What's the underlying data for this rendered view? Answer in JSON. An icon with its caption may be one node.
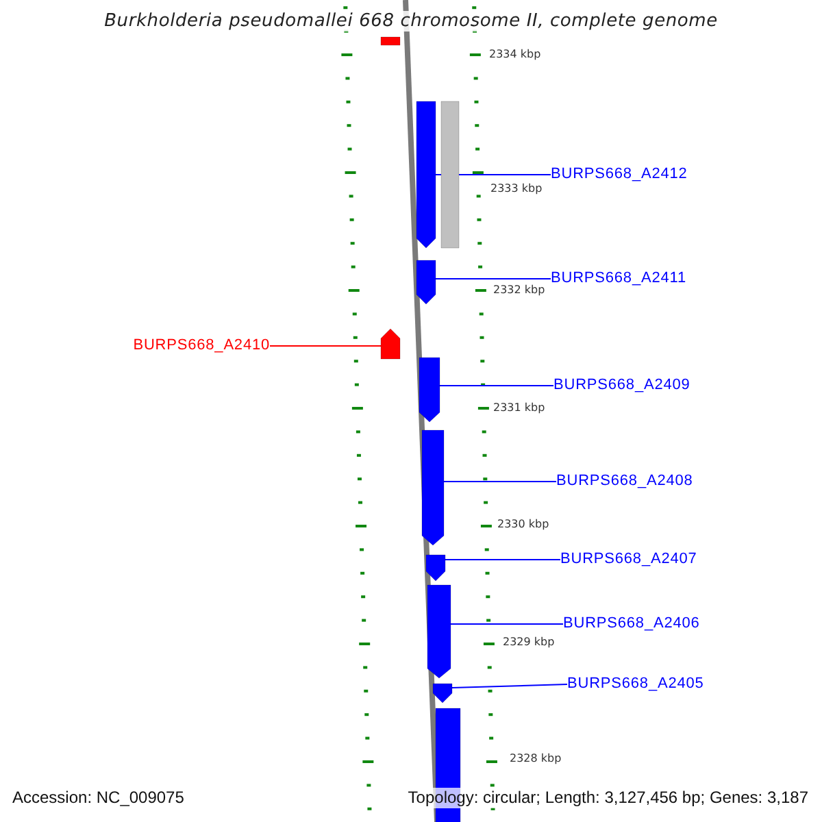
{
  "diagram": {
    "title": "Burkholderia pseudomallei 668 chromosome II, complete genome",
    "nodes": [
      {
        "text": [],
        "shape": "bar"
      },
      {
        "text": [],
        "shape": "bar"
      },
      {
        "text": [],
        "shape": "bar"
      },
      {
        "text": [
          "BURPS668_A2412"
        ]
      },
      {
        "text": [],
        "shape": "bar"
      },
      {
        "text": [
          "BURPS668_A2411"
        ]
      },
      {
        "text": [
          "BURPS668_A2410"
        ]
      },
      {
        "text": [],
        "shape": "bar"
      },
      {
        "text": [],
        "shape": "bar"
      },
      {
        "text": [
          "BURPS668_A2409"
        ]
      },
      {
        "text": [],
        "shape": "bar"
      },
      {
        "text": [
          "BURPS668_A2408"
        ]
      },
      {
        "text": [],
        "shape": "bar"
      },
      {
        "text": [
          "BURPS668_A2407"
        ]
      },
      {
        "text": [],
        "shape": "bar"
      },
      {
        "text": [
          "BURPS668_A2406"
        ]
      },
      {
        "text": [],
        "shape": "bar"
      },
      {
        "text": [
          "BURPS668_A2405"
        ]
      },
      {
        "text": [],
        "shape": "bar"
      }
    ],
    "edges": [
      {
        "from": 3,
        "to": 1,
        "arrow": "none"
      },
      {
        "from": 5,
        "to": 4,
        "arrow": "none"
      },
      {
        "from": 6,
        "to": 7,
        "arrow": "none",
        "color": "#ff0000"
      },
      {
        "from": 9,
        "to": 8,
        "arrow": "none"
      },
      {
        "from": 11,
        "to": 10,
        "arrow": "none"
      },
      {
        "from": 13,
        "to": 12,
        "arrow": "none"
      },
      {
        "from": 15,
        "to": 14,
        "arrow": "none"
      },
      {
        "from": 17,
        "to": 16,
        "arrow": "none"
      }
    ],
    "labels": [
      "2334 kbp",
      "2333 kbp",
      "2332 kbp",
      "2331 kbp",
      "2330 kbp",
      "2329 kbp",
      "2328 kbp",
      "Accession: NC_009075",
      "Topology: circular; Length: 3,127,456 bp; Genes: 3,187"
    ]
  }
}
